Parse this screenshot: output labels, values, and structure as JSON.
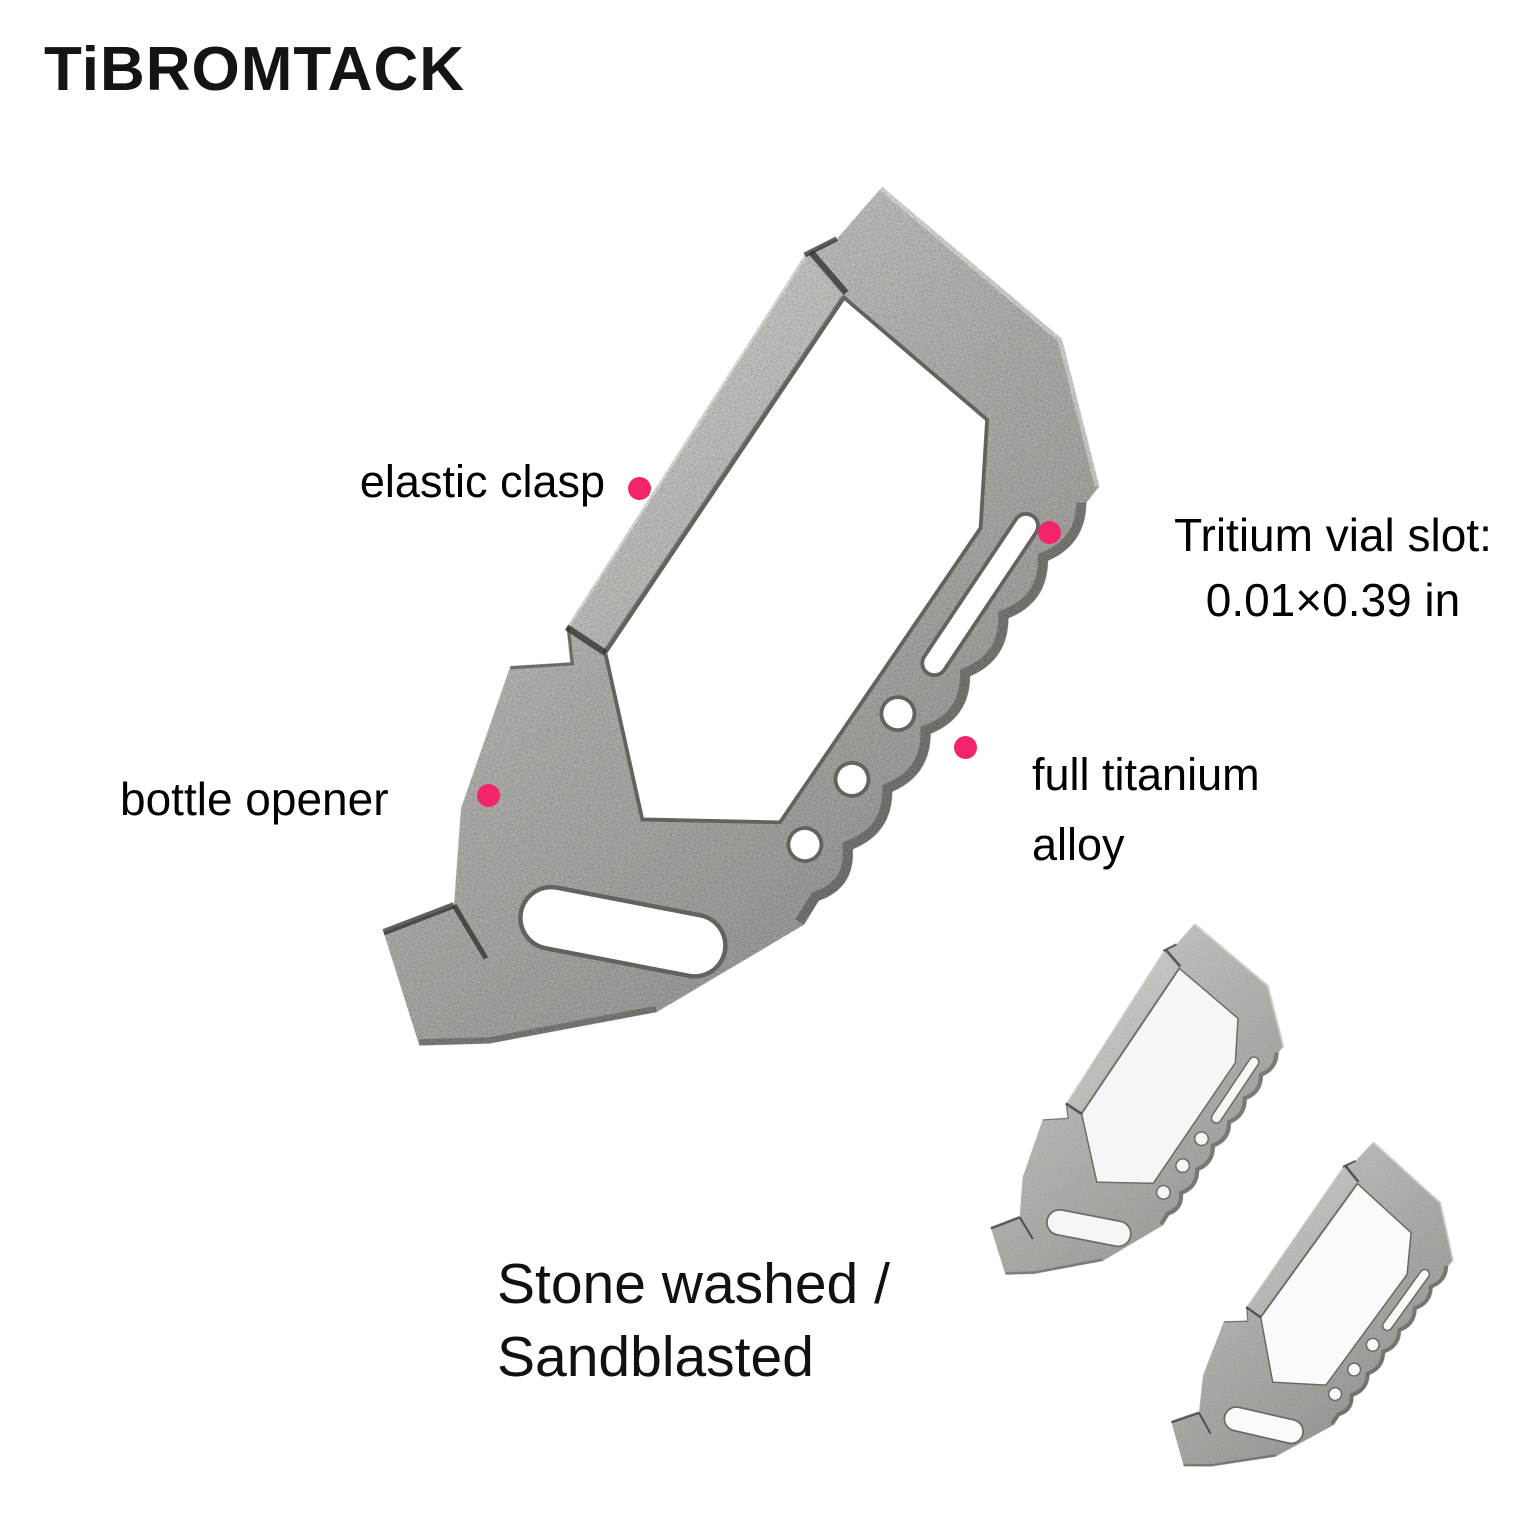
{
  "brand": {
    "name": "TiBROMTACK"
  },
  "colors": {
    "callout_dot": "#F3246B",
    "metal_base": "#a5a4a0",
    "text": "#000000",
    "background": "#FFFFFF"
  },
  "annotations": {
    "elastic_clasp": {
      "label": "elastic clasp"
    },
    "tritium_slot": {
      "line1": "Tritium vial slot:",
      "line2": "0.01×0.39 in"
    },
    "bottle_opener": {
      "label": "bottle opener"
    },
    "titanium_alloy": {
      "line1": "full titanium",
      "line2": "alloy"
    }
  },
  "caption": {
    "line1": "Stone washed /",
    "line2": "Sandblasted"
  }
}
